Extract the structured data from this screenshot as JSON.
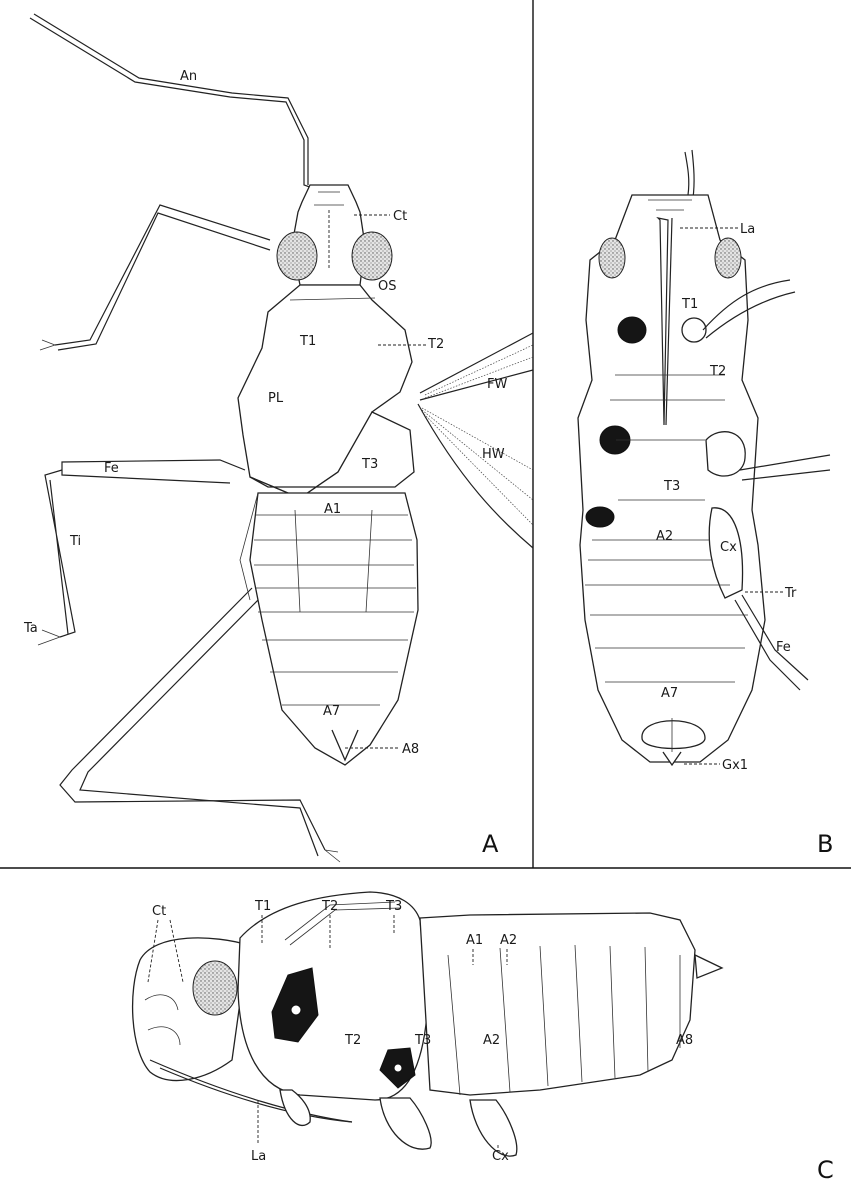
{
  "panels": {
    "a": {
      "letter": "A"
    },
    "b": {
      "letter": "B"
    },
    "c": {
      "letter": "C"
    }
  },
  "labels_a": {
    "an": "An",
    "ct": "Ct",
    "os": "OS",
    "t1": "T1",
    "t2": "T2",
    "pl": "PL",
    "fw": "FW",
    "hw": "HW",
    "fe": "Fe",
    "t3": "T3",
    "a1": "A1",
    "ti": "Ti",
    "ta": "Ta",
    "a7": "A7",
    "a8": "A8"
  },
  "labels_b": {
    "la": "La",
    "t1": "T1",
    "t2": "T2",
    "t3": "T3",
    "a2": "A2",
    "cx": "Cx",
    "tr": "Tr",
    "fe": "Fe",
    "a7": "A7",
    "gx1": "Gx1"
  },
  "labels_c": {
    "ct": "Ct",
    "t1": "T1",
    "t2_top": "T2",
    "t3_top": "T3",
    "a1": "A1",
    "a2_top": "A2",
    "t2": "T2",
    "t3": "T3",
    "a2": "A2",
    "a8": "A8",
    "la": "La",
    "cx": "Cx"
  }
}
